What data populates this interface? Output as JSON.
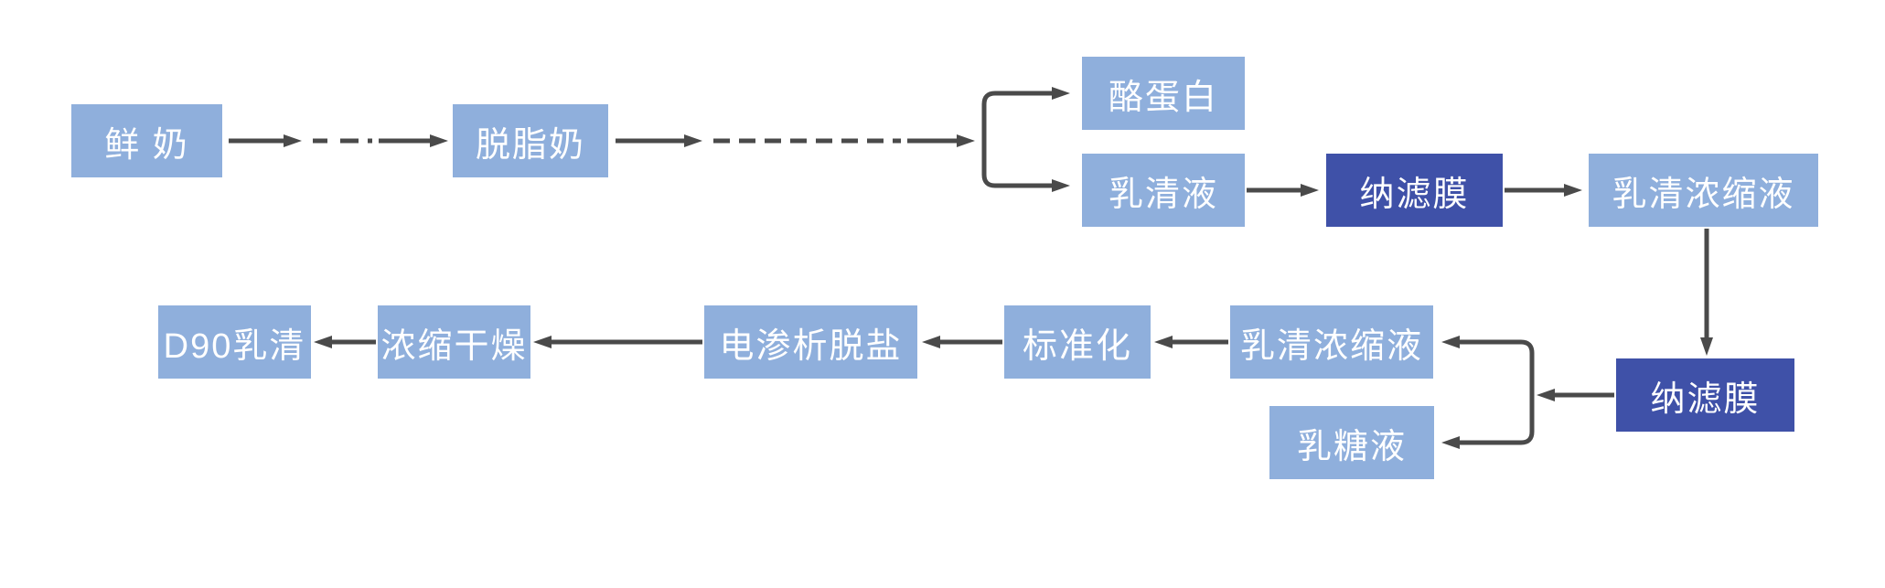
{
  "palette": {
    "node_light": "#8FAFDC",
    "node_dark": "#3F51A8",
    "arrow": "#4A4A4A",
    "node_text": "#FFFFFF",
    "background": "#FFFFFF"
  },
  "nodes": {
    "fresh_milk": {
      "label": "鲜 奶",
      "variant": "light"
    },
    "skim_milk": {
      "label": "脱脂奶",
      "variant": "light"
    },
    "casein": {
      "label": "酪蛋白",
      "variant": "light"
    },
    "whey_liquid": {
      "label": "乳清液",
      "variant": "light"
    },
    "nanofiltration_1": {
      "label": "纳滤膜",
      "variant": "dark"
    },
    "whey_concentrate_1": {
      "label": "乳清浓缩液",
      "variant": "light"
    },
    "nanofiltration_2": {
      "label": "纳滤膜",
      "variant": "dark"
    },
    "whey_concentrate_2": {
      "label": "乳清浓缩液",
      "variant": "light"
    },
    "lactose_liquid": {
      "label": "乳糖液",
      "variant": "light"
    },
    "standardization": {
      "label": "标准化",
      "variant": "light"
    },
    "electrodialysis": {
      "label": "电渗析脱盐",
      "variant": "light"
    },
    "concentrate_dry": {
      "label": "浓缩干燥",
      "variant": "light"
    },
    "d90_whey": {
      "label": "D90乳清",
      "variant": "light"
    }
  },
  "edges": [
    {
      "from": "fresh_milk",
      "to": "skim_milk",
      "style": "dash-dot"
    },
    {
      "from": "skim_milk",
      "to": "casein",
      "style": "dashed-branch"
    },
    {
      "from": "skim_milk",
      "to": "whey_liquid",
      "style": "dashed-branch"
    },
    {
      "from": "whey_liquid",
      "to": "nanofiltration_1",
      "style": "solid"
    },
    {
      "from": "nanofiltration_1",
      "to": "whey_concentrate_1",
      "style": "solid"
    },
    {
      "from": "whey_concentrate_1",
      "to": "nanofiltration_2",
      "style": "solid"
    },
    {
      "from": "nanofiltration_2",
      "to": "whey_concentrate_2",
      "style": "solid-branch"
    },
    {
      "from": "nanofiltration_2",
      "to": "lactose_liquid",
      "style": "solid-branch"
    },
    {
      "from": "whey_concentrate_2",
      "to": "standardization",
      "style": "solid"
    },
    {
      "from": "standardization",
      "to": "electrodialysis",
      "style": "solid"
    },
    {
      "from": "electrodialysis",
      "to": "concentrate_dry",
      "style": "solid"
    },
    {
      "from": "concentrate_dry",
      "to": "d90_whey",
      "style": "solid"
    }
  ]
}
